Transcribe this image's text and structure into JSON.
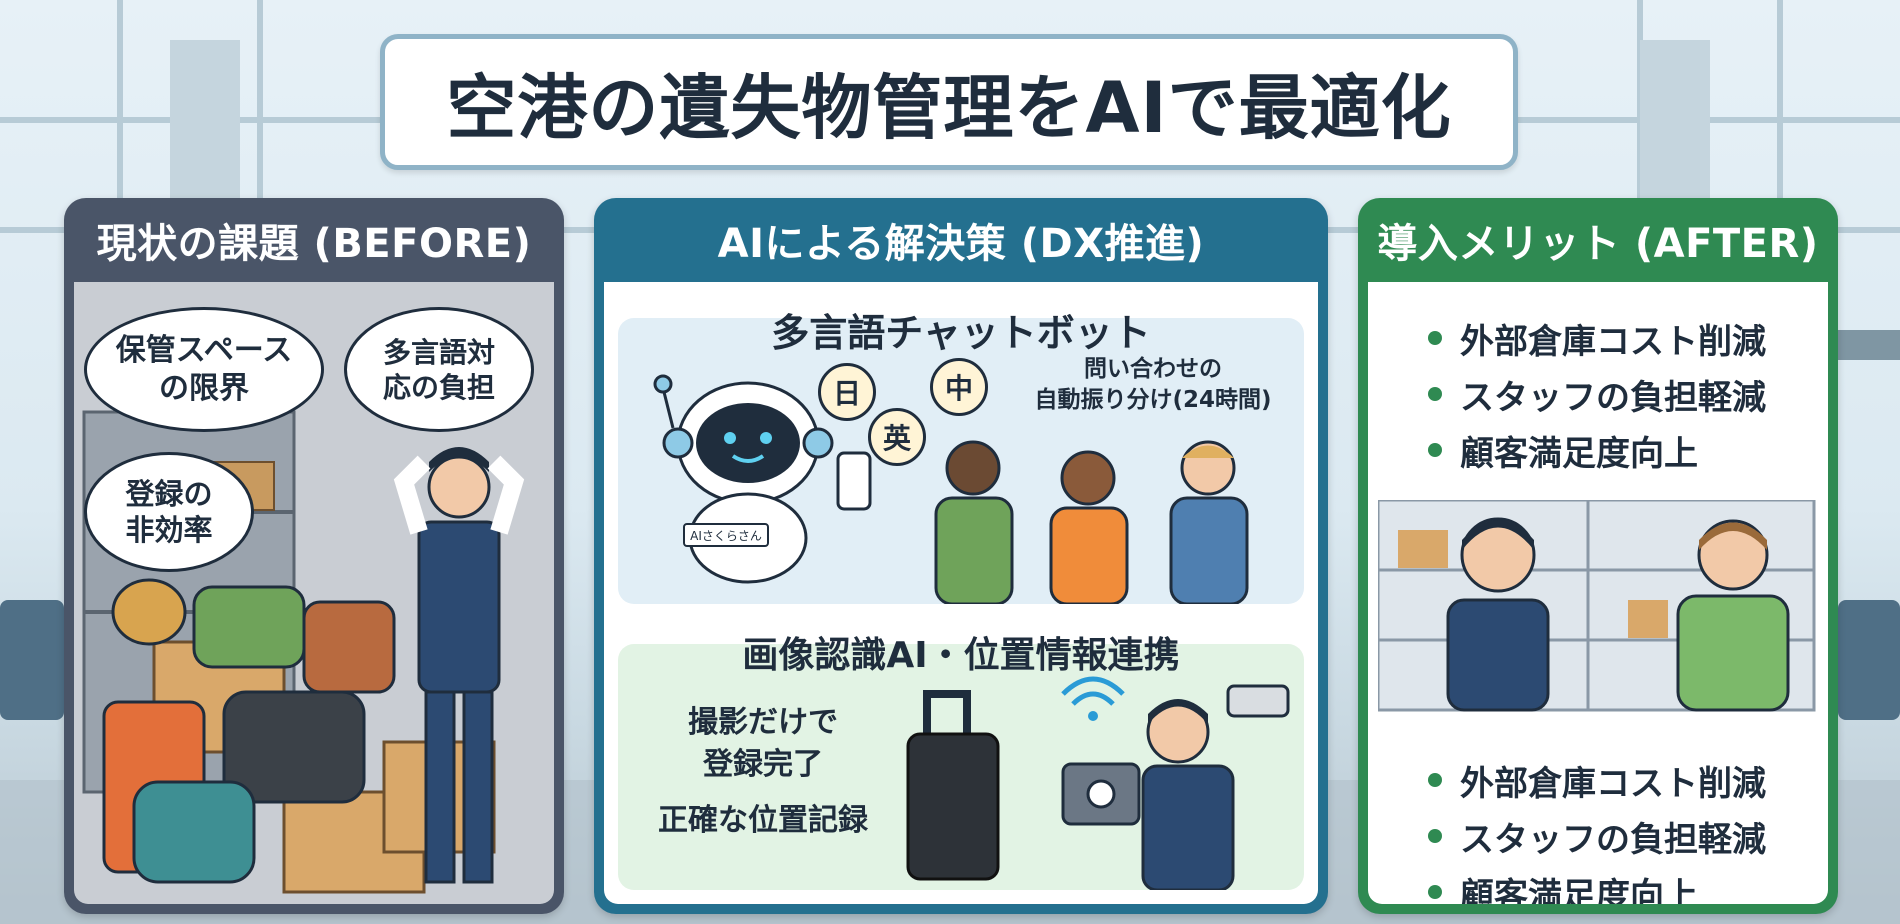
{
  "title": "空港の遺失物管理をAIで最適化",
  "before": {
    "header": "現状の課題 (BEFORE)",
    "bubbles": [
      "保管スペースの限界",
      "多言語対応の負担",
      "登録の非効率"
    ]
  },
  "ai": {
    "header": "AIによる解決策 (DX推進)",
    "chatbot": {
      "title": "多言語チャットボット",
      "languages": [
        "日",
        "英",
        "中"
      ],
      "caption_line1": "問い合わせの",
      "caption_line2": "自動振り分け(24時間)",
      "robot_badge": "AIさくらさん"
    },
    "image_recognition": {
      "title": "画像認識AI・位置情報連携",
      "line1": "撮影だけで",
      "line2": "登録完了",
      "line3": "正確な位置記録"
    }
  },
  "after": {
    "header": "導入メリット (AFTER)",
    "bullets_top": [
      "外部倉庫コスト削減",
      "スタッフの負担軽減",
      "顧客満足度向上"
    ],
    "bullets_bottom": [
      "外部倉庫コスト削減",
      "スタッフの負担軽減",
      "顧客満足度向上"
    ]
  },
  "colors": {
    "before_header": "#4a5568",
    "ai_header": "#24708f",
    "after_header": "#2f8a52",
    "bullet_dot": "#2f8a52"
  }
}
